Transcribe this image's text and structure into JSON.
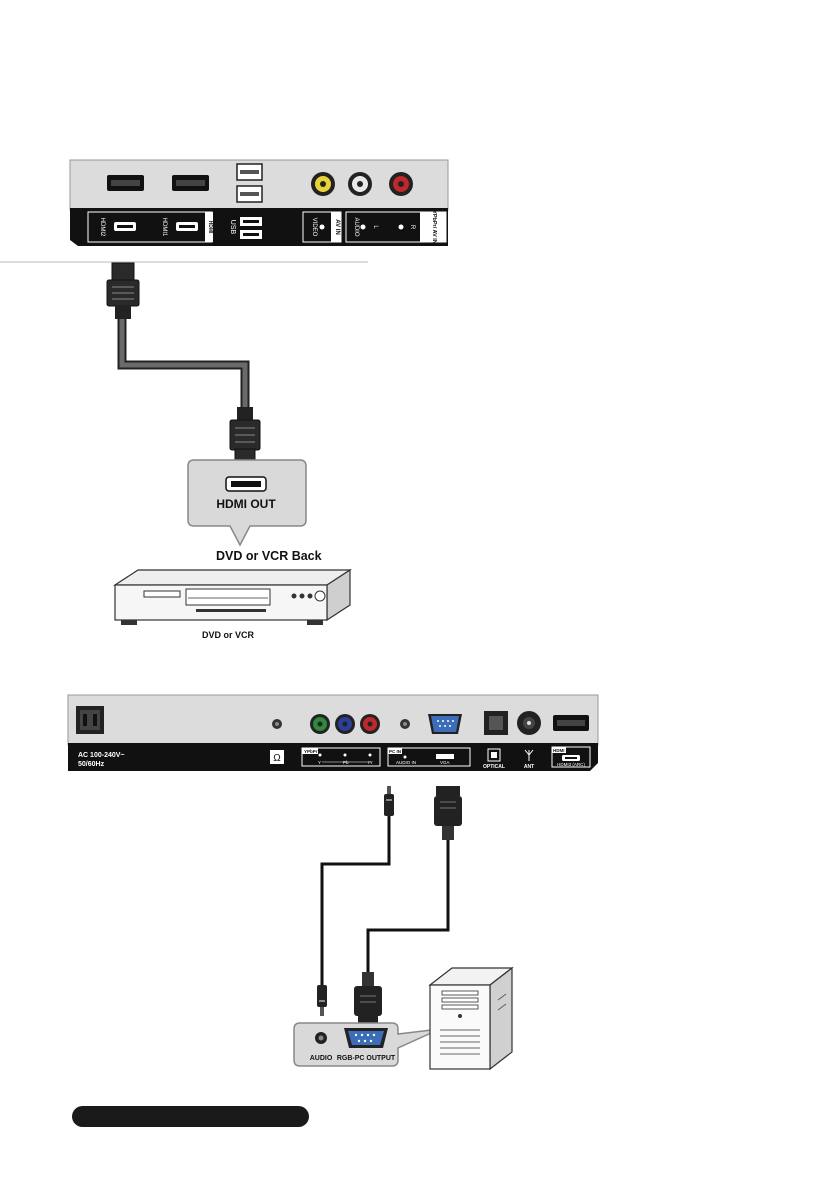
{
  "top_panel": {
    "hdmi_labels": [
      "HDMI2",
      "HDMI1"
    ],
    "hdmi_group_label": "HDMI",
    "usb_label": "USB",
    "video_label": "VIDEO",
    "av_in_label": "AV IN",
    "audio_label": "AUDIO",
    "audio_l": "L",
    "audio_r": "R",
    "ypbpr_av_in_label": "YPbPr/ AV IN"
  },
  "hdmi_device": {
    "port_label": "HDMI OUT",
    "callout_caption": "DVD or VCR Back",
    "device_label": "DVD or VCR"
  },
  "bottom_panel": {
    "power_label_line1": "AC 100-240V~",
    "power_label_line2": "50/60Hz",
    "headphone_symbol": "Ω",
    "ypbpr_label": "YPbPr",
    "ypbpr_jacks": [
      "Y",
      "Pb",
      "Pr"
    ],
    "pc_in_label": "PC IN",
    "audio_in_label": "AUDIO IN",
    "vga_label": "VGA",
    "optical_label": "OPTICAL",
    "ant_label": "ANT",
    "hdmi_label": "HDMI",
    "hdmi3_label": "HDMI3 (ARC)"
  },
  "pc_device": {
    "audio_label": "AUDIO",
    "rgb_label": "RGB-PC OUTPUT"
  },
  "colors": {
    "panel_light": "#dcdcdc",
    "panel_dark": "#111111",
    "cable": "#555555",
    "callout_fill": "#d9d9d9",
    "jack_yellow": "#e8d23a",
    "jack_red": "#c0282c",
    "jack_green": "#2f8a3e",
    "jack_blue": "#2b3f9a",
    "vga_blue": "#3b6db8",
    "bottom_bar": "#1a1a1a"
  }
}
